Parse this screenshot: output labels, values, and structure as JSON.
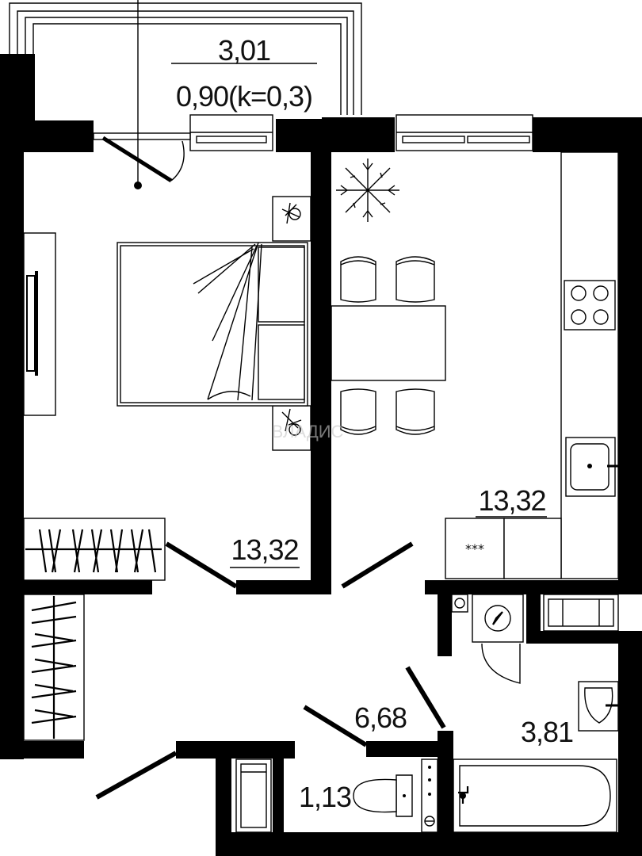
{
  "plan": {
    "rooms": {
      "balcony": {
        "area": "3,01",
        "area_coef": "0,90(k=0,3)"
      },
      "bedroom": {
        "area": "13,32"
      },
      "kitchen": {
        "area": "13,32"
      },
      "hallway": {
        "area": "6,68"
      },
      "bathroom": {
        "area": "3,81"
      },
      "toilet": {
        "area": "1,13"
      }
    },
    "fixtures": {
      "cooktop_stars": "***"
    },
    "watermark": "ВЛАДИС"
  }
}
